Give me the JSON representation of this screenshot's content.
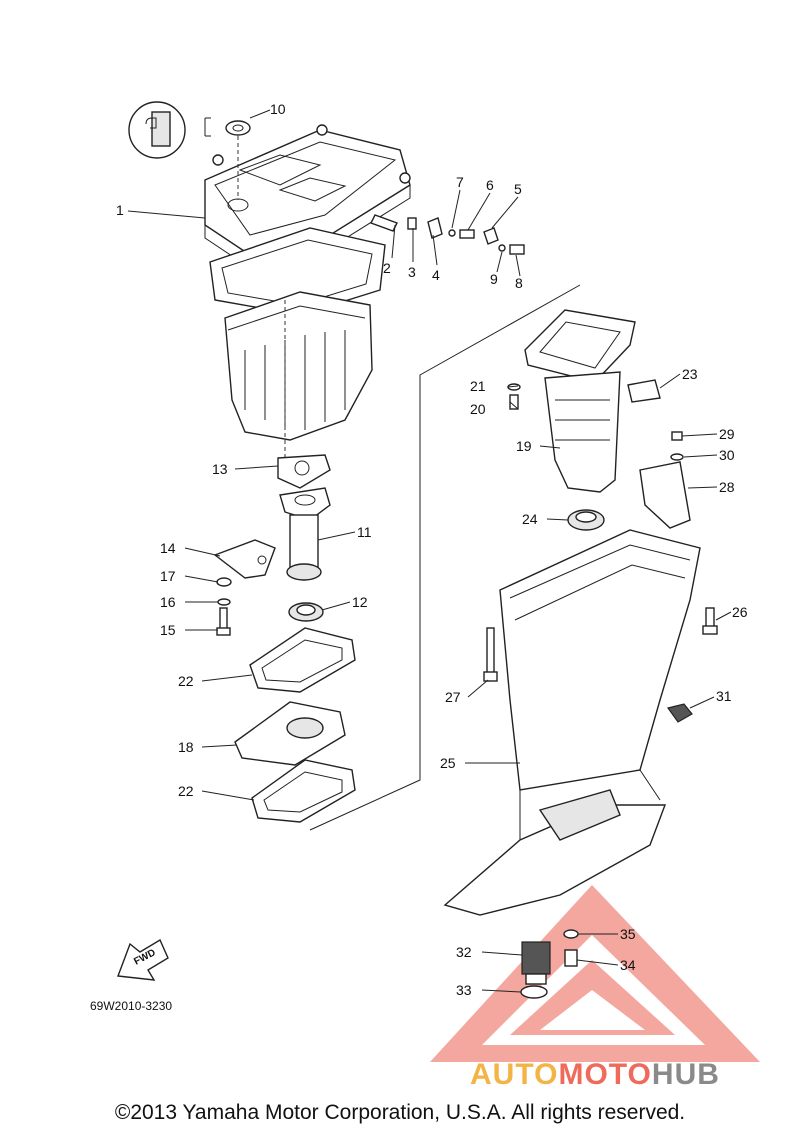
{
  "diagram": {
    "part_code": "69W2010-3230",
    "fwd_label": "FWD",
    "callouts": [
      "1",
      "2",
      "3",
      "4",
      "5",
      "6",
      "7",
      "8",
      "9",
      "10",
      "11",
      "12",
      "13",
      "14",
      "15",
      "16",
      "17",
      "18",
      "19",
      "20",
      "21",
      "22",
      "22",
      "23",
      "24",
      "25",
      "26",
      "27",
      "28",
      "29",
      "30",
      "31",
      "32",
      "33",
      "34",
      "35"
    ]
  },
  "watermark": {
    "part1": "AUTO",
    "part2": "MOTO",
    "part3": "HUB",
    "colors": {
      "auto": "#f3b445",
      "moto": "#ef6a5b",
      "hub": "#8a8a8a",
      "triangle": "#f08a80"
    }
  },
  "footer": {
    "copyright": "©2013 Yamaha Motor Corporation, U.S.A. All rights reserved."
  }
}
